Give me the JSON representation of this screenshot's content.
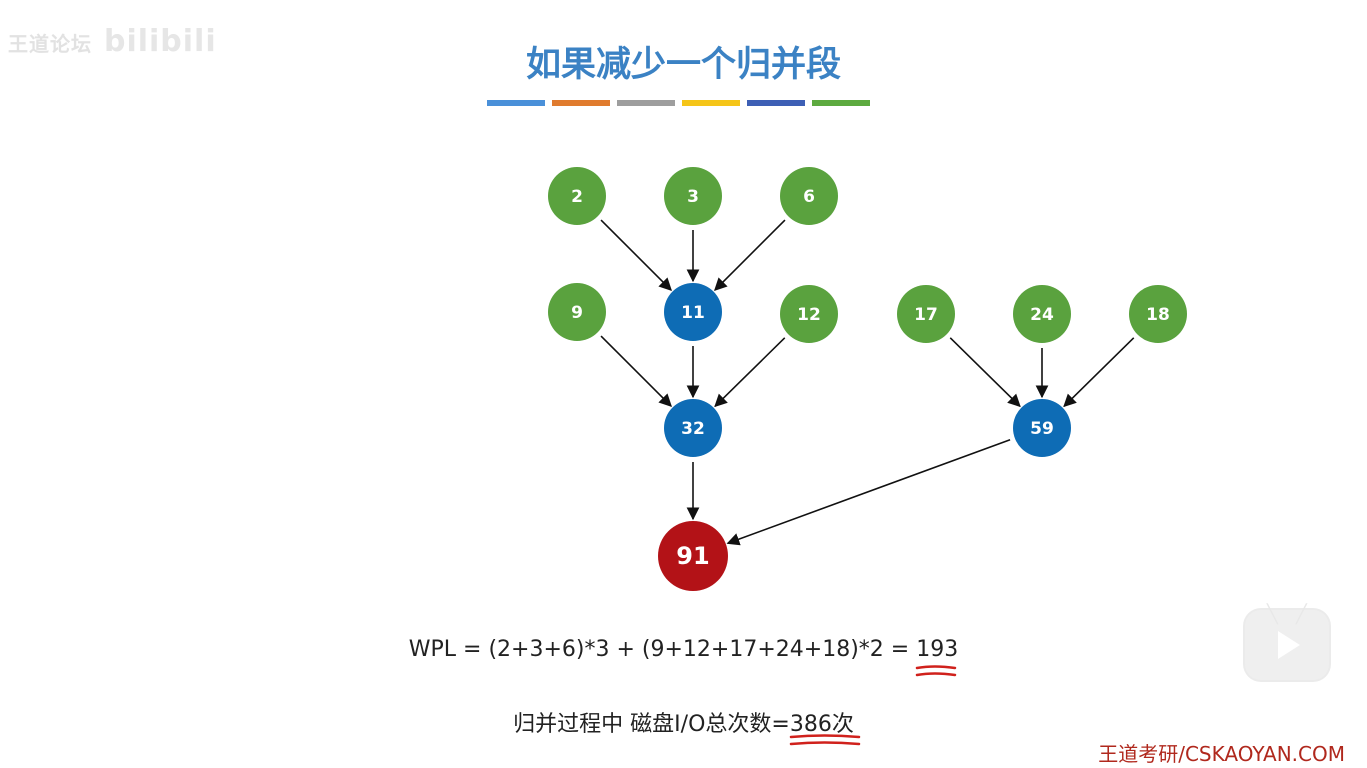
{
  "watermark": {
    "text": "王道论坛",
    "logo": "bilibili"
  },
  "title": "如果减少一个归并段",
  "colorbar": [
    "#4a90d9",
    "#e07b2e",
    "#9e9e9e",
    "#f5c518",
    "#3d5fb5",
    "#5daa3f"
  ],
  "tree": {
    "colors": {
      "leaf": "#5aa23e",
      "internal": "#0e6cb5",
      "root": "#b31217"
    },
    "nodes": [
      {
        "id": "n2",
        "label": "2",
        "kind": "leaf"
      },
      {
        "id": "n3",
        "label": "3",
        "kind": "leaf"
      },
      {
        "id": "n6",
        "label": "6",
        "kind": "leaf"
      },
      {
        "id": "n9",
        "label": "9",
        "kind": "leaf"
      },
      {
        "id": "n11",
        "label": "11",
        "kind": "internal"
      },
      {
        "id": "n12",
        "label": "12",
        "kind": "leaf"
      },
      {
        "id": "n17",
        "label": "17",
        "kind": "leaf"
      },
      {
        "id": "n24",
        "label": "24",
        "kind": "leaf"
      },
      {
        "id": "n18",
        "label": "18",
        "kind": "leaf"
      },
      {
        "id": "n32",
        "label": "32",
        "kind": "internal"
      },
      {
        "id": "n59",
        "label": "59",
        "kind": "internal"
      },
      {
        "id": "n91",
        "label": "91",
        "kind": "root"
      }
    ],
    "edges": [
      [
        "n2",
        "n11"
      ],
      [
        "n3",
        "n11"
      ],
      [
        "n6",
        "n11"
      ],
      [
        "n9",
        "n32"
      ],
      [
        "n11",
        "n32"
      ],
      [
        "n12",
        "n32"
      ],
      [
        "n17",
        "n59"
      ],
      [
        "n24",
        "n59"
      ],
      [
        "n18",
        "n59"
      ],
      [
        "n32",
        "n91"
      ],
      [
        "n59",
        "n91"
      ]
    ]
  },
  "wpl": {
    "prefix": "WPL = (2+3+6)*3 + (9+12+17+24+18)*2 = ",
    "result": "193"
  },
  "io": {
    "prefix": "归并过程中 磁盘I/O总次数=",
    "result": "386次"
  },
  "footer": "王道考研/CSKAOYAN.COM",
  "underline_color": "#d0211c"
}
